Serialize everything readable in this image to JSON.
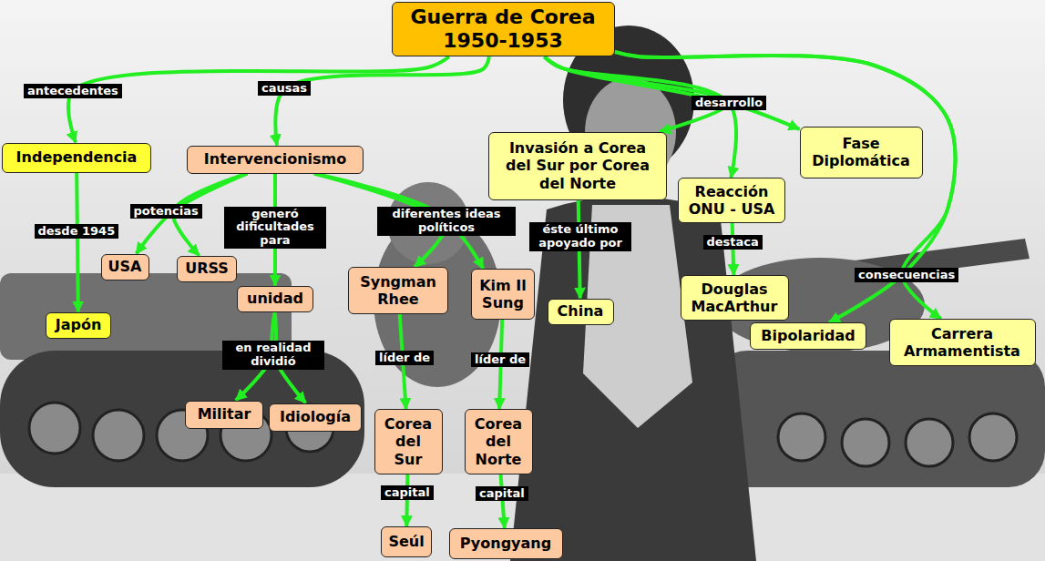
{
  "diagram": {
    "nodes": [
      {
        "text": [
          "Guerra de Corea 1950-1953"
        ]
      },
      {
        "text": [
          "Independencia"
        ]
      },
      {
        "text": [
          "Intervencionismo"
        ]
      },
      {
        "text": [
          "Invasión a Corea del Sur por Corea del Norte"
        ]
      },
      {
        "text": [
          "Fase Diplomática"
        ]
      },
      {
        "text": [
          "Reacción ONU - USA"
        ]
      },
      {
        "text": [
          "Japón"
        ]
      },
      {
        "text": [
          "USA"
        ]
      },
      {
        "text": [
          "URSS"
        ]
      },
      {
        "text": [
          "unidad"
        ]
      },
      {
        "text": [
          "Syngman Rhee"
        ]
      },
      {
        "text": [
          "Kim Il Sung"
        ]
      },
      {
        "text": [
          "China"
        ]
      },
      {
        "text": [
          "Douglas MacArthur"
        ]
      },
      {
        "text": [
          "Bipolaridad"
        ]
      },
      {
        "text": [
          "Carrera Armamentista"
        ]
      },
      {
        "text": [
          "Militar"
        ]
      },
      {
        "text": [
          "Idiología"
        ]
      },
      {
        "text": [
          "Corea del Sur"
        ]
      },
      {
        "text": [
          "Corea del Norte"
        ]
      },
      {
        "text": [
          "Seúl"
        ]
      },
      {
        "text": [
          "Pyongyang"
        ]
      }
    ],
    "edges": [
      {
        "from": 0,
        "to": 1,
        "label": "antecedentes",
        "arrow": "to"
      },
      {
        "from": 0,
        "to": 2,
        "label": "causas",
        "arrow": "to"
      },
      {
        "from": 0,
        "to": 3,
        "label": "desarrollo",
        "arrow": "to"
      },
      {
        "from": 0,
        "to": 5,
        "arrow": "to"
      },
      {
        "from": 0,
        "to": 4,
        "arrow": "to"
      },
      {
        "from": 0,
        "to": 14,
        "label": "consecuencias",
        "arrow": "to"
      },
      {
        "from": 0,
        "to": 15,
        "arrow": "to"
      },
      {
        "from": 1,
        "to": 6,
        "label": "desde 1945",
        "arrow": "to"
      },
      {
        "from": 2,
        "to": 7,
        "label": "potencias",
        "arrow": "to"
      },
      {
        "from": 2,
        "to": 8,
        "arrow": "to"
      },
      {
        "from": 2,
        "to": 9,
        "label": "generó dificultades para",
        "arrow": "to"
      },
      {
        "from": 2,
        "to": 10,
        "label": "diferentes ideas políticos",
        "arrow": "to"
      },
      {
        "from": 2,
        "to": 11,
        "arrow": "to"
      },
      {
        "from": 3,
        "to": 12,
        "label": "éste último apoyado por",
        "arrow": "to"
      },
      {
        "from": 5,
        "to": 13,
        "label": "destaca",
        "arrow": "to"
      },
      {
        "from": 9,
        "to": 16,
        "label": "en realidad dividió",
        "arrow": "to"
      },
      {
        "from": 9,
        "to": 17,
        "arrow": "to"
      },
      {
        "from": 10,
        "to": 18,
        "label": "líder de",
        "arrow": "to"
      },
      {
        "from": 11,
        "to": 19,
        "label": "líder de",
        "arrow": "to"
      },
      {
        "from": 18,
        "to": 20,
        "label": "capital",
        "arrow": "to"
      },
      {
        "from": 19,
        "to": 21,
        "label": "capital",
        "arrow": "to"
      }
    ]
  }
}
